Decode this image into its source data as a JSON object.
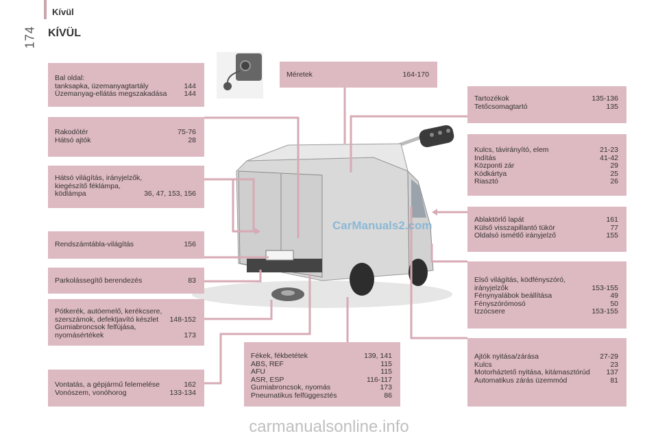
{
  "header": {
    "section": "Kívül",
    "page_number": "174",
    "title": "KÍVÜL"
  },
  "boxes": {
    "fuel": {
      "rows": [
        {
          "label": "Bal oldal:",
          "page": ""
        },
        {
          "label": "tanksapka, üzemanyagtartály",
          "page": "144"
        },
        {
          "label": "Üzemanyag-ellátás megszakadása",
          "page": "144"
        }
      ]
    },
    "cargo": {
      "rows": [
        {
          "label": "Rakodótér",
          "page": "75-76"
        },
        {
          "label": "Hátsó ajtók",
          "page": "28"
        }
      ]
    },
    "rear_lights": {
      "rows": [
        {
          "label": "Hátsó világítás, irányjelzők,",
          "page": ""
        },
        {
          "label": "kiegészítő féklámpa,",
          "page": ""
        },
        {
          "label": "ködlámpa",
          "page": "36, 47, 153, 156"
        }
      ]
    },
    "plate_light": {
      "rows": [
        {
          "label": "Rendszámtábla-világítás",
          "page": "156"
        }
      ]
    },
    "parking_aid": {
      "rows": [
        {
          "label": "Parkolássegítő berendezés",
          "page": "83"
        }
      ]
    },
    "spare_wheel": {
      "rows": [
        {
          "label": "Pótkerék, autóemelő, kerékcsere,",
          "page": ""
        },
        {
          "label": "szerszámok, defektjavító készlet",
          "page": "148-152"
        },
        {
          "label": "Gumiabroncsok felfújása,",
          "page": ""
        },
        {
          "label": "nyomásértékek",
          "page": "173"
        }
      ]
    },
    "towing": {
      "rows": [
        {
          "label": "Vontatás, a gépjármű felemelése",
          "page": "162"
        },
        {
          "label": "Vonószem, vonóhorog",
          "page": "133-134"
        }
      ]
    },
    "dimensions": {
      "rows": [
        {
          "label": "Méretek",
          "page": "164-170"
        }
      ]
    },
    "brakes": {
      "rows": [
        {
          "label": "Fékek, fékbetétek",
          "page": "139, 141"
        },
        {
          "label": "ABS, REF",
          "page": "115"
        },
        {
          "label": "AFU",
          "page": "115"
        },
        {
          "label": "ASR, ESP",
          "page": "116-117"
        },
        {
          "label": "Gumiabroncsok, nyomás",
          "page": "173"
        },
        {
          "label": "Pneumatikus felfüggesztés",
          "page": "86"
        }
      ]
    },
    "accessories": {
      "rows": [
        {
          "label": "Tartozékok",
          "page": "135-136"
        },
        {
          "label": "Tetőcsomagtartó",
          "page": "135"
        }
      ]
    },
    "keys": {
      "rows": [
        {
          "label": "Kulcs, távirányító, elem",
          "page": "21-23"
        },
        {
          "label": "Indítás",
          "page": "41-42"
        },
        {
          "label": "Központi zár",
          "page": "29"
        },
        {
          "label": "Kódkártya",
          "page": "25"
        },
        {
          "label": "Riasztó",
          "page": "26"
        }
      ]
    },
    "wipers": {
      "rows": [
        {
          "label": "Ablaktörlő lapát",
          "page": "161"
        },
        {
          "label": "Külső visszapillantó tükör",
          "page": "77"
        },
        {
          "label": "Oldalsó ismétlő irányjelző",
          "page": "155"
        }
      ]
    },
    "front_lights": {
      "rows": [
        {
          "label": "Első világítás, ködfényszóró,",
          "page": ""
        },
        {
          "label": "irányjelzők",
          "page": "153-155"
        },
        {
          "label": "Fénynyalábok beállítása",
          "page": "49"
        },
        {
          "label": "Fényszórómosó",
          "page": "50"
        },
        {
          "label": "Izzócsere",
          "page": "153-155"
        }
      ]
    },
    "doors": {
      "rows": [
        {
          "label": "Ajtók nyitása/zárása",
          "page": "27-29"
        },
        {
          "label": "Kulcs",
          "page": "23"
        },
        {
          "label": "Motorháztető nyitása, kitámasztórúd",
          "page": "137"
        },
        {
          "label": "Automatikus zárás üzemmód",
          "page": "81"
        }
      ]
    }
  },
  "watermarks": {
    "overlay": "CarManuals2.com",
    "footer": "carmanualsonline.info"
  },
  "colors": {
    "box": "#ddb9c1",
    "line": "#d7aab4"
  }
}
